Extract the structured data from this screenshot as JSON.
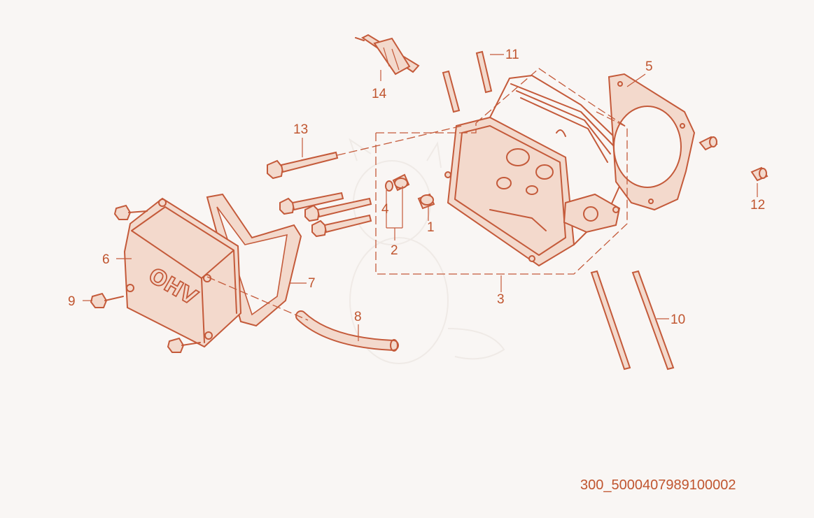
{
  "diagram": {
    "callouts": [
      "1",
      "2",
      "3",
      "4",
      "5",
      "6",
      "7",
      "8",
      "9",
      "10",
      "11",
      "12",
      "13",
      "14"
    ],
    "cover_lettering": "OHV",
    "reference_code": "300_5000407989100002"
  },
  "colors": {
    "line": "#c45a3a",
    "text": "#c0552f",
    "background": "#f9f6f4"
  }
}
